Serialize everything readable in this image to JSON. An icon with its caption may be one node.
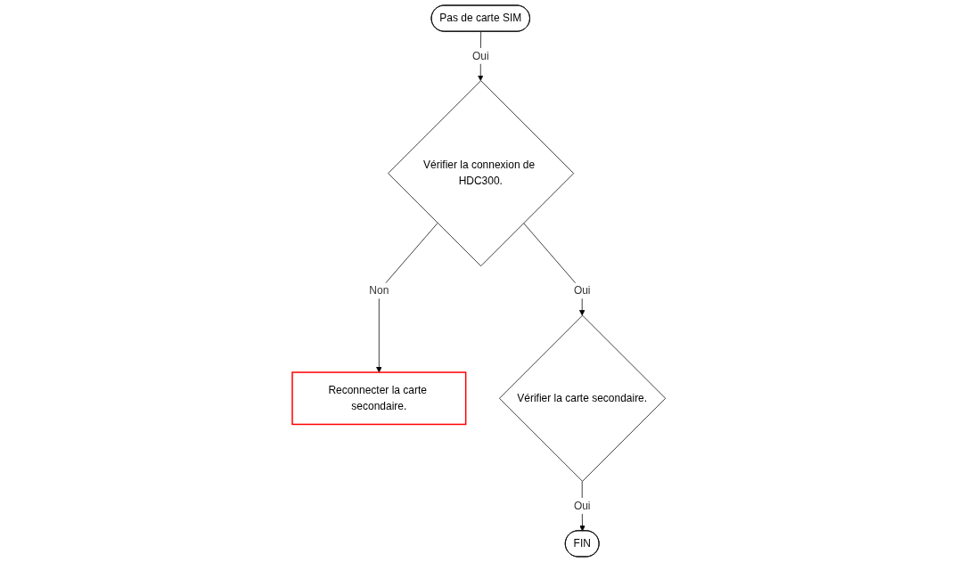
{
  "diagram": {
    "nodes": [
      {
        "text": [
          "Pas de carte SIM"
        ]
      },
      {
        "text": [
          "Vérifier la connexion de HDC300."
        ]
      },
      {
        "text": [
          "Reconnecter la carte secondaire."
        ]
      },
      {
        "text": [
          "Vérifier la carte secondaire."
        ]
      },
      {
        "text": [
          "FIN"
        ]
      }
    ],
    "edges": [
      {
        "from": 0,
        "to": 1,
        "label": "Oui",
        "arrow": "to"
      },
      {
        "from": 1,
        "to": 2,
        "label": "Non",
        "arrow": "to"
      },
      {
        "from": 1,
        "to": 3,
        "label": "Oui",
        "arrow": "to"
      },
      {
        "from": 3,
        "to": 4,
        "label": "Oui",
        "arrow": "to"
      }
    ]
  }
}
